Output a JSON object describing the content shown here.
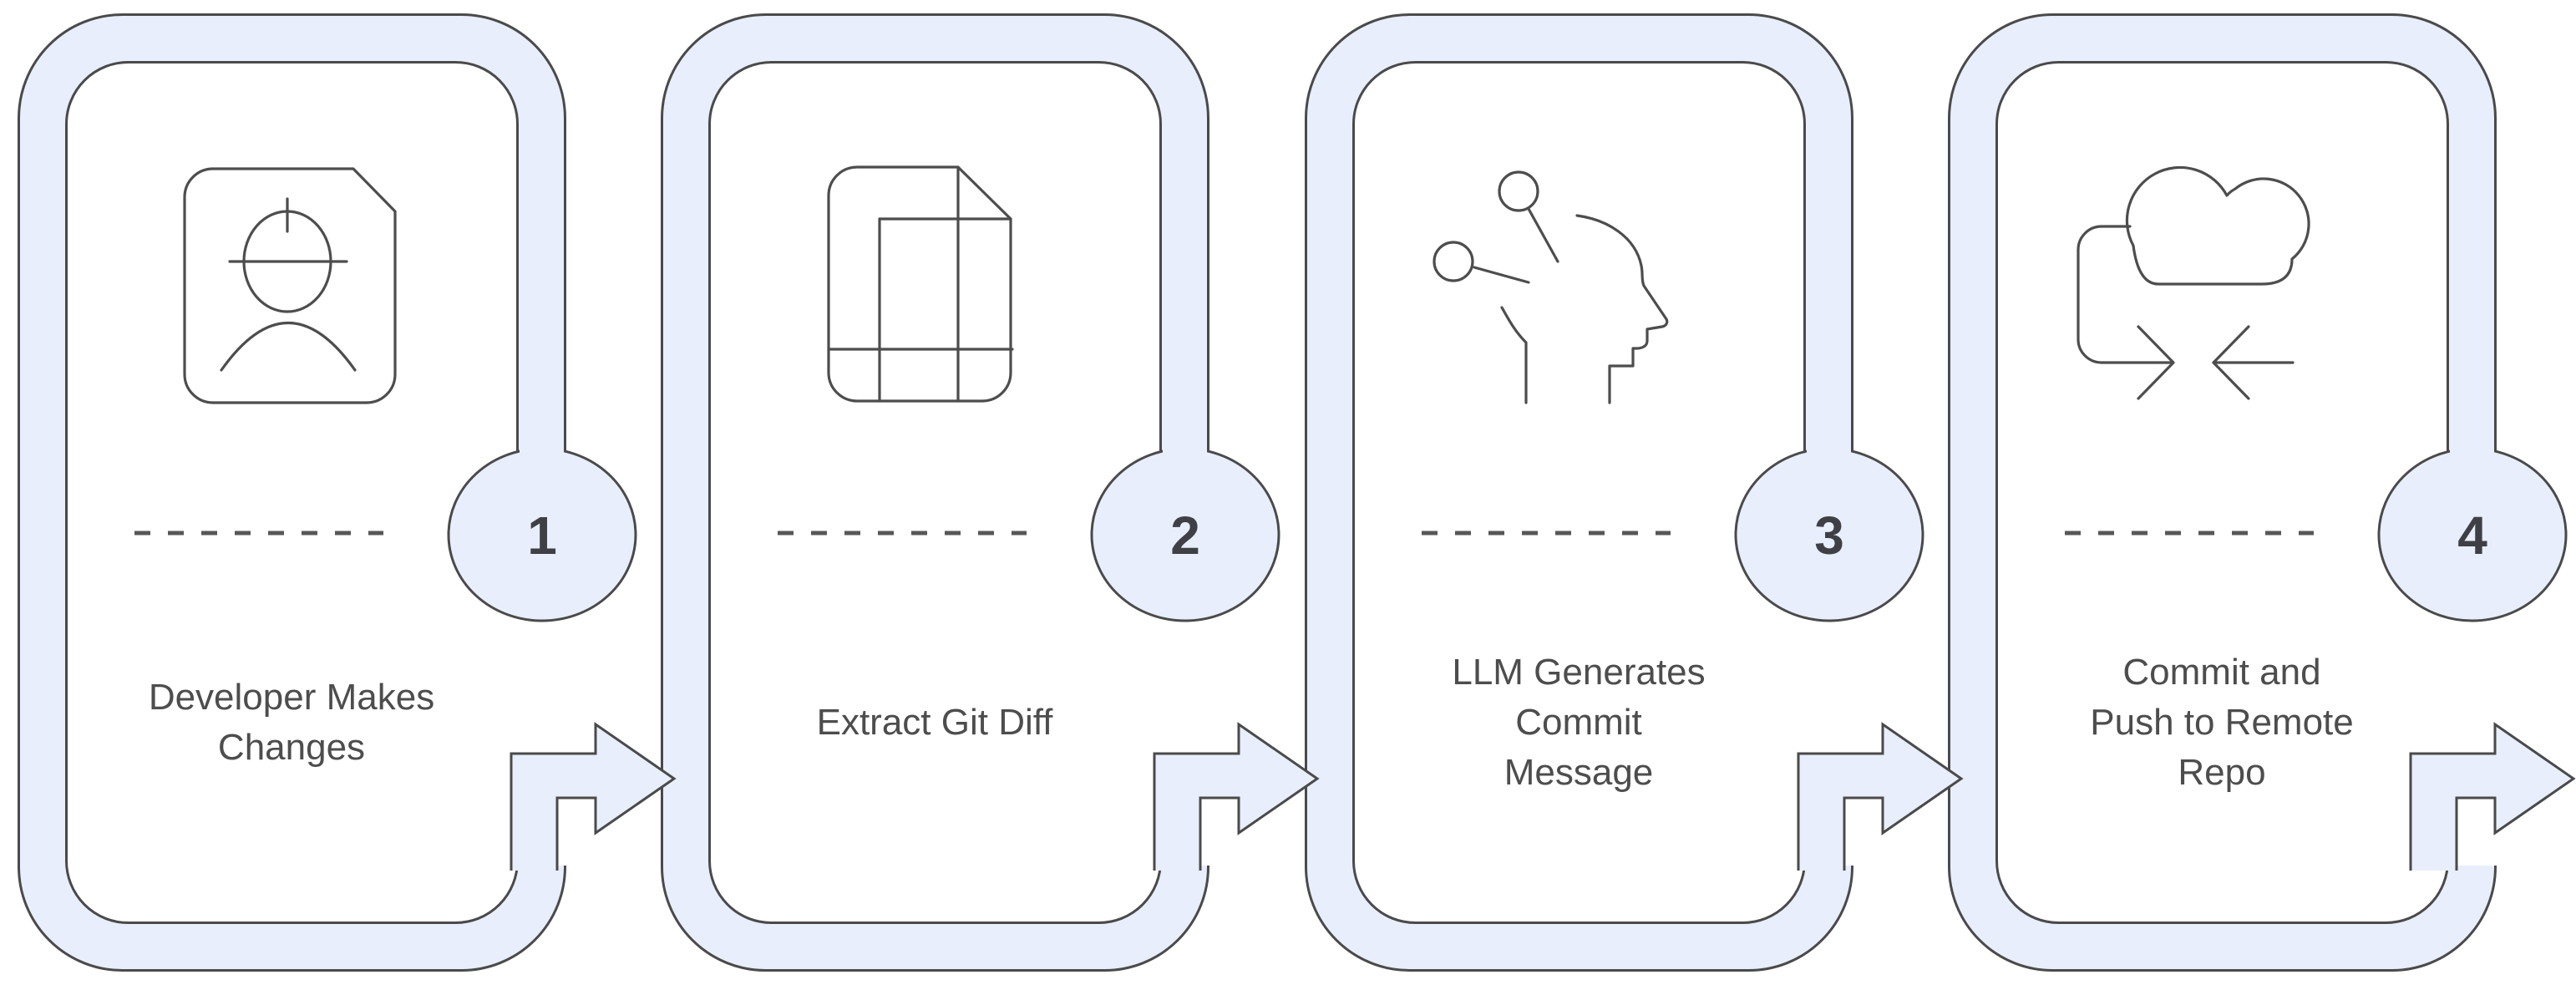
{
  "diagram": {
    "type": "process-flow",
    "direction": "left-to-right",
    "steps": [
      {
        "number": "1",
        "title": "Developer Makes\nChanges",
        "icon": "developer-badge-icon"
      },
      {
        "number": "2",
        "title": "Extract Git Diff",
        "icon": "git-diff-file-icon"
      },
      {
        "number": "3",
        "title": "LLM Generates\nCommit\nMessage",
        "icon": "llm-head-icon"
      },
      {
        "number": "4",
        "title": "Commit and\nPush to Remote\nRepo",
        "icon": "cloud-sync-icon"
      }
    ],
    "connectors": {
      "count": 4,
      "style": "stepped-block-arrow"
    },
    "colors": {
      "card_fill": "#e8eefb",
      "card_stroke": "#4a4a4a",
      "icon_stroke": "#4d4d4d",
      "text": "#4d4d4d",
      "number": "#3f4045",
      "background": "#ffffff"
    }
  }
}
